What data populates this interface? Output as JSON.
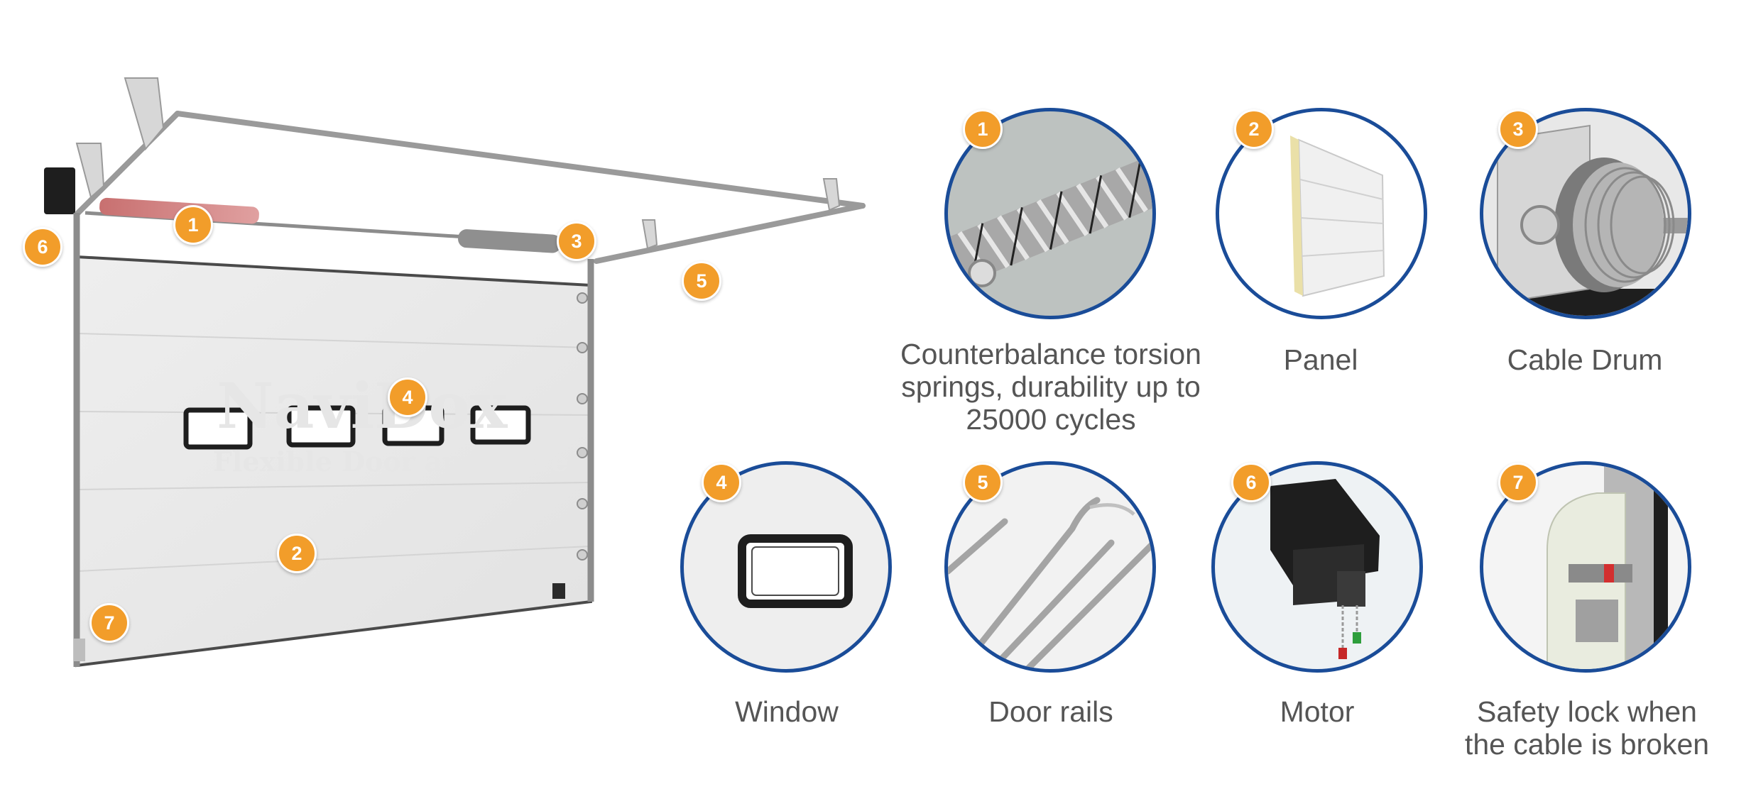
{
  "colors": {
    "accent": "#f29d2a",
    "ring": "#1a4c98",
    "caption": "#555555"
  },
  "watermark": {
    "brand": "NaviDox",
    "tagline": "Flexible Door and more"
  },
  "markers": [
    {
      "num": "1",
      "for": "springs"
    },
    {
      "num": "2",
      "for": "panel"
    },
    {
      "num": "3",
      "for": "cable-drum"
    },
    {
      "num": "4",
      "for": "window"
    },
    {
      "num": "5",
      "for": "door-rails"
    },
    {
      "num": "6",
      "for": "motor"
    },
    {
      "num": "7",
      "for": "safety-lock"
    }
  ],
  "components": [
    {
      "num": "1",
      "icon": "torsion-spring-icon",
      "caption_lines": [
        "Counterbalance torsion",
        "springs, durability up to",
        "25000 cycles"
      ]
    },
    {
      "num": "2",
      "icon": "panel-icon",
      "caption_lines": [
        "Panel"
      ]
    },
    {
      "num": "3",
      "icon": "cable-drum-icon",
      "caption_lines": [
        "Cable Drum"
      ]
    },
    {
      "num": "4",
      "icon": "window-icon",
      "caption_lines": [
        "Window"
      ]
    },
    {
      "num": "5",
      "icon": "door-rails-icon",
      "caption_lines": [
        "Door rails"
      ]
    },
    {
      "num": "6",
      "icon": "motor-icon",
      "caption_lines": [
        "Motor"
      ]
    },
    {
      "num": "7",
      "icon": "safety-lock-icon",
      "caption_lines": [
        "Safety lock when",
        "the cable is broken"
      ]
    }
  ]
}
